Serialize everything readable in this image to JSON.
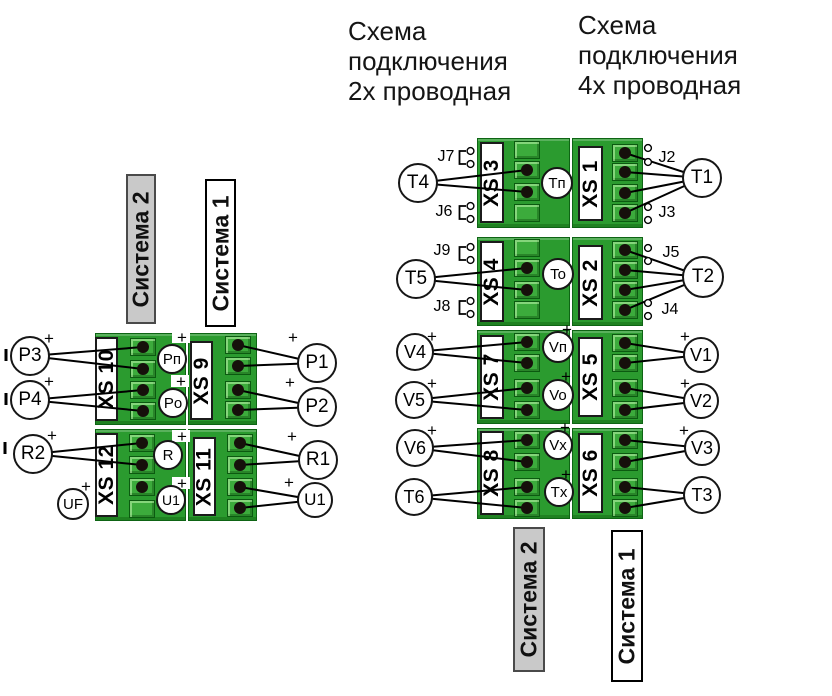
{
  "headers": {
    "two_wire": [
      "Схема",
      "подключения",
      "2х проводная"
    ],
    "four_wire": [
      "Схема",
      "подключения",
      "4х проводная"
    ]
  },
  "system_labels": {
    "left_top_system2": "Система 2",
    "left_top_system1": "Система 1",
    "right_bottom_system2": "Система 2",
    "right_bottom_system1": "Система 1"
  },
  "left_diagram": {
    "connectors": {
      "xs10": "XS 10",
      "xs9": "XS 9",
      "xs12": "XS 12",
      "xs11": "XS 11"
    },
    "input_circles": {
      "pp": "Pп",
      "po": "Po",
      "r": "R",
      "u1": "U1"
    },
    "sensors": {
      "p3": "P3",
      "p4": "P4",
      "r2": "R2",
      "uf": "UF",
      "p1": "P1",
      "p2": "P2",
      "r1": "R1",
      "u1": "U1"
    }
  },
  "right_diagram": {
    "connectors": {
      "xs3": "XS 3",
      "xs1": "XS 1",
      "xs4": "XS 4",
      "xs2": "XS 2",
      "xs7": "XS 7",
      "xs5": "XS 5",
      "xs8": "XS 8",
      "xs6": "XS 6"
    },
    "input_circles": {
      "tp": "Tп",
      "to": "To",
      "vp": "Vп",
      "vo": "Vo",
      "vx": "Vx",
      "tx": "Tx"
    },
    "sensors": {
      "t4": "T4",
      "t5": "T5",
      "v4": "V4",
      "v5": "V5",
      "v6": "V6",
      "t6": "T6",
      "t1": "T1",
      "t2": "T2",
      "v1": "V1",
      "v2": "V2",
      "v3": "V3",
      "t3": "T3"
    },
    "jumpers": {
      "j7": "J7",
      "j6": "J6",
      "j9": "J9",
      "j8": "J8",
      "j2": "J2",
      "j3": "J3",
      "j5": "J5",
      "j4": "J4"
    }
  },
  "symbols": {
    "plus": "+"
  },
  "colors": {
    "connector_green": "#2b9b2f",
    "terminal_green": "#3cab3c",
    "label_gray": "#c9c9c9",
    "wire_black": "#000000"
  }
}
